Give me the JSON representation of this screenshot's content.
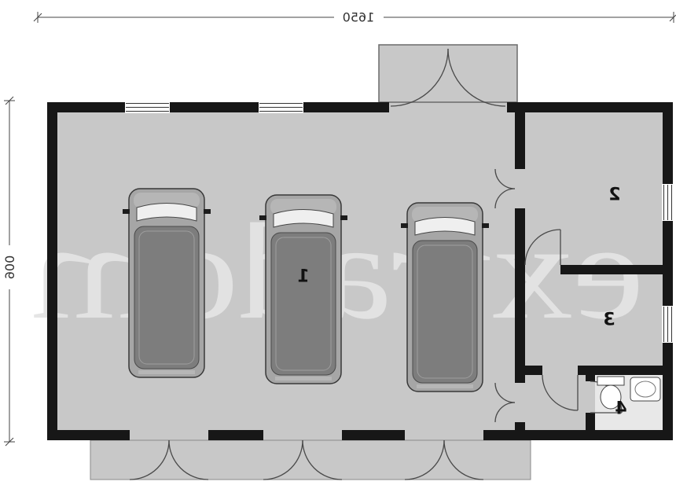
{
  "plan": {
    "type": "garage-floor-plan",
    "watermark": "extradom",
    "dimensions": {
      "width": "1650",
      "height": "900"
    },
    "rooms": [
      {
        "id": "garage-hall",
        "number": "1"
      },
      {
        "id": "room-top-right",
        "number": "2"
      },
      {
        "id": "room-mid-right",
        "number": "3"
      },
      {
        "id": "bathroom",
        "number": "4"
      }
    ],
    "vehicle_count": 3,
    "fixtures": [
      "toilet",
      "washbasin"
    ],
    "features": [
      "entrance-vestibule",
      "three-garage-doors",
      "windows"
    ],
    "colors": {
      "wall": "#171717",
      "floor": "#c8c8c8",
      "bathroom_floor": "#e8e8e8",
      "vehicle_body": "#a6a6a6",
      "vehicle_roof": "#7d7d7d",
      "windshield": "#efefef",
      "watermark": "#e4e4e4",
      "background": "#ffffff",
      "dimension_line": "#444444"
    }
  }
}
